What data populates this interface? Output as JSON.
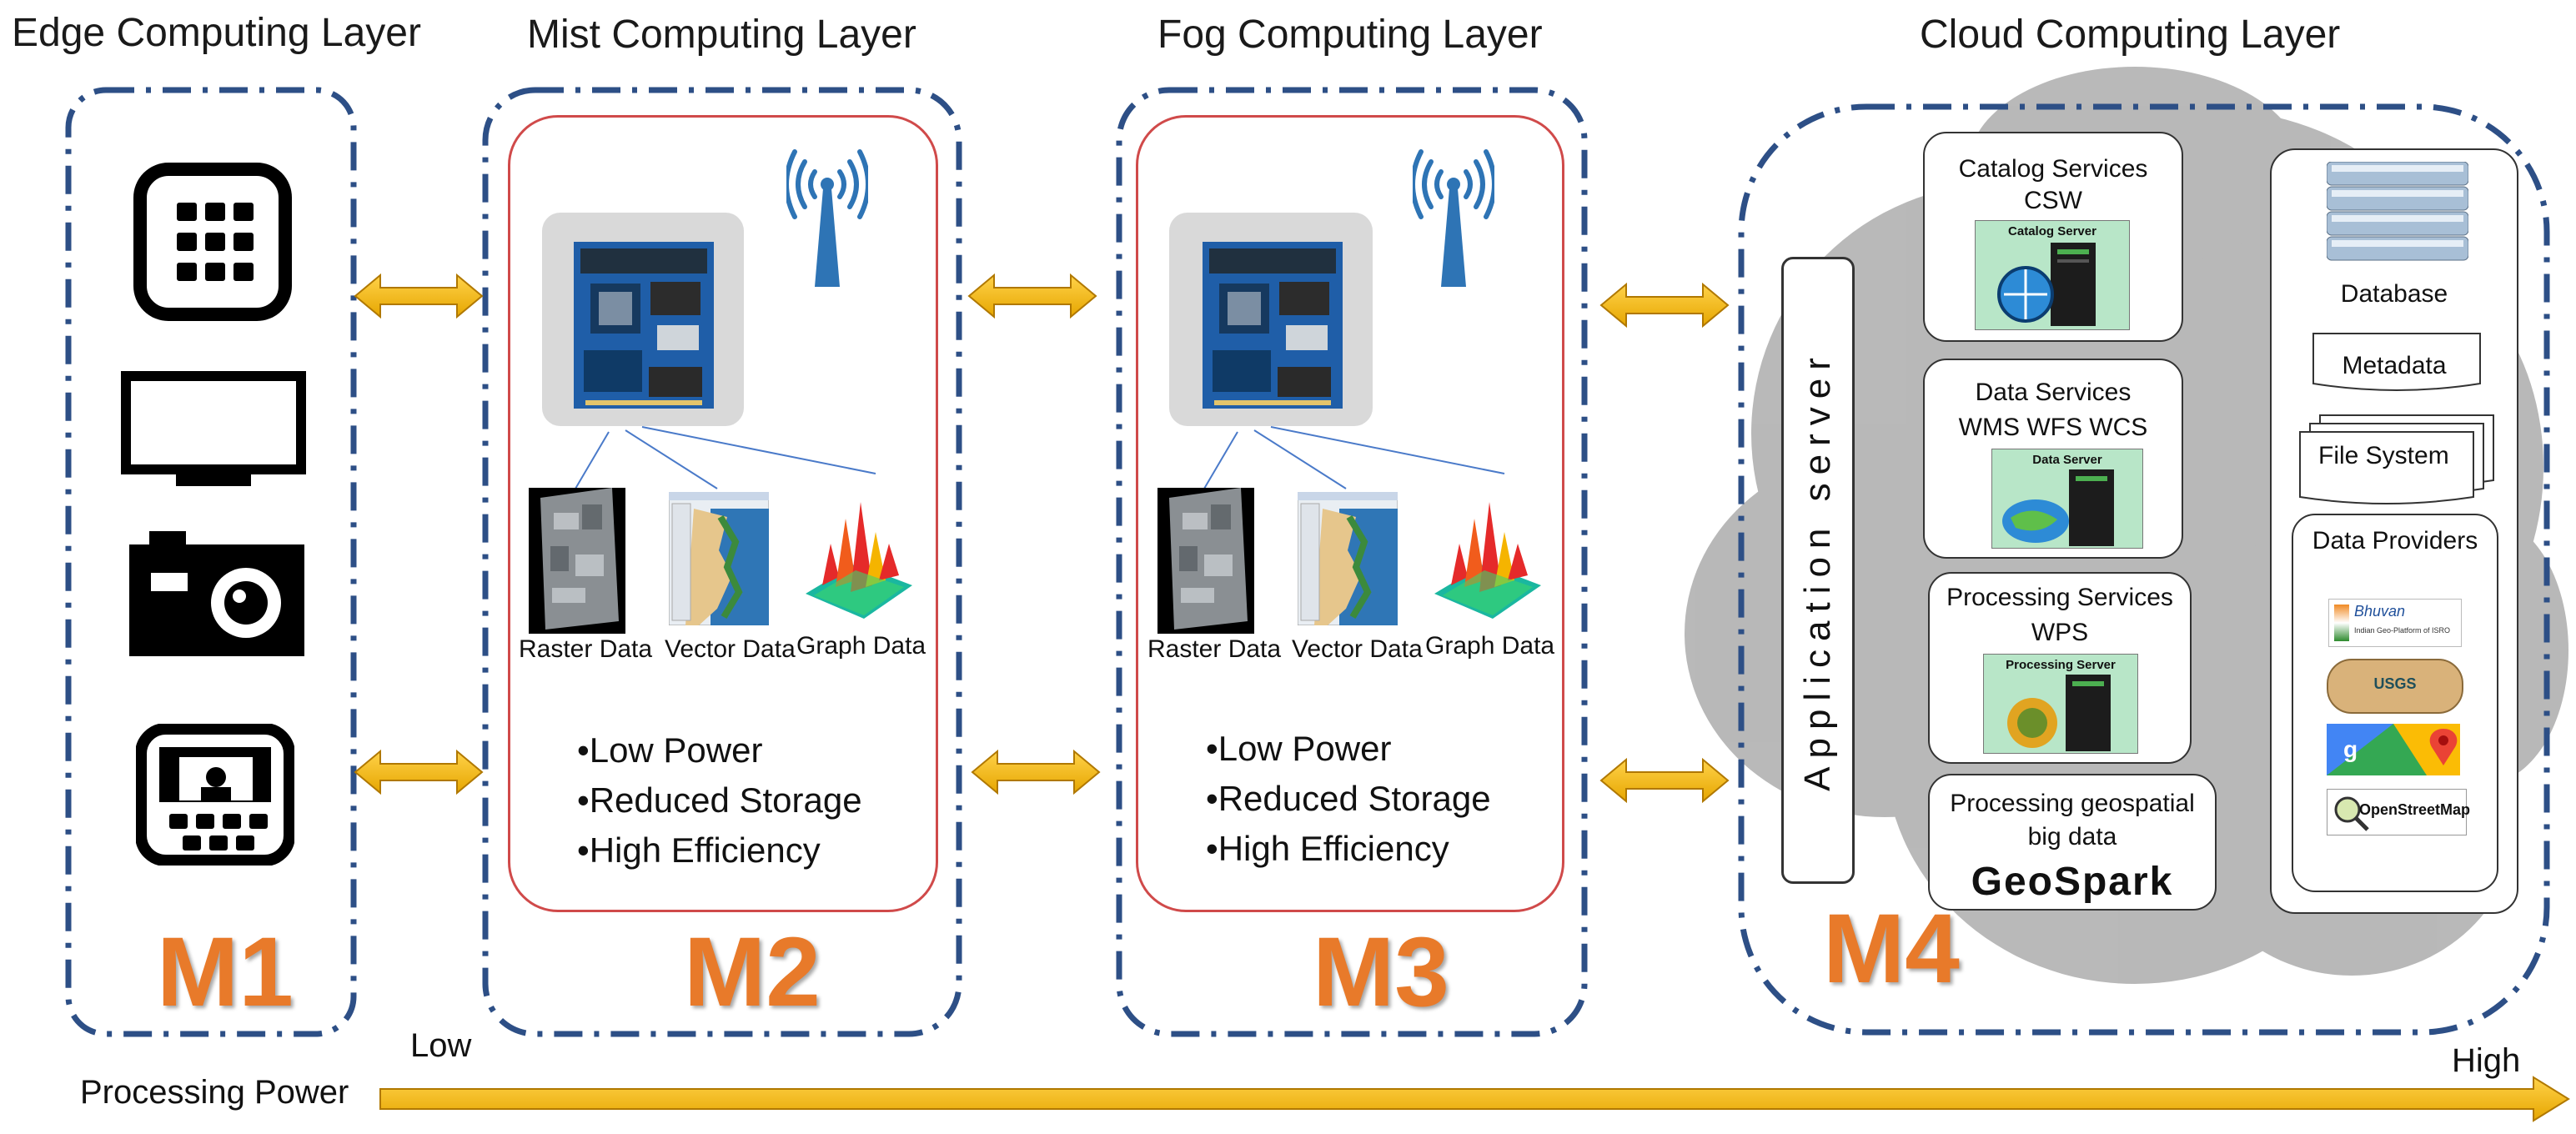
{
  "layers": {
    "edge": {
      "title": "Edge Computing Layer",
      "label": "M1"
    },
    "mist": {
      "title": "Mist Computing Layer",
      "label": "M2"
    },
    "fog": {
      "title": "Fog Computing Layer",
      "label": "M3"
    },
    "cloud": {
      "title": "Cloud Computing Layer",
      "label": "M4"
    }
  },
  "data_types": {
    "raster": "Raster Data",
    "vector": "Vector Data",
    "graph": "Graph Data"
  },
  "features": [
    "•Low Power",
    "•Reduced Storage",
    "•High Efficiency"
  ],
  "cloud": {
    "app_server": "Application server",
    "catalog": {
      "line1": "Catalog Services",
      "line2": "CSW",
      "server": "Catalog Server"
    },
    "data_services": {
      "line1": "Data Services",
      "line2": "WMS WFS WCS",
      "server": "Data Server"
    },
    "processing": {
      "line1": "Processing Services",
      "line2": "WPS",
      "server": "Processing Server"
    },
    "bigdata": {
      "line1": "Processing geospatial",
      "line2": "big data",
      "logo": "GeoSpark"
    },
    "database": "Database",
    "metadata": "Metadata",
    "filesystem": "File System",
    "providers": {
      "title": "Data Providers",
      "items": [
        "Bhuvan",
        "USGS",
        "Google Maps",
        "OpenStreetMap"
      ],
      "bhuvan_sub": "Indian Geo-Platform of ISRO",
      "usgs": "USGS",
      "osm": "OpenStreetMap"
    }
  },
  "axis": {
    "label": "Processing Power",
    "low": "Low",
    "high": "High"
  },
  "colors": {
    "dashed_border": "#2d4f86",
    "red_border": "#d04a4a",
    "arrow": "#f5b800",
    "m_label": "#e87a2a",
    "cloud_gray": "#b3b3b3"
  }
}
